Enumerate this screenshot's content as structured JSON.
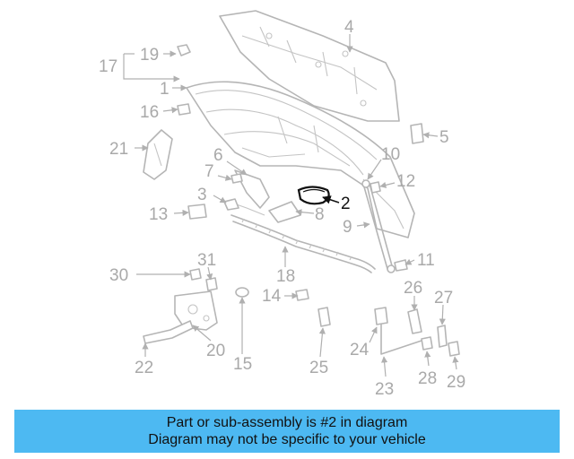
{
  "callouts": {
    "c1": "1",
    "c2": "2",
    "c3": "3",
    "c4": "4",
    "c5": "5",
    "c6": "6",
    "c7": "7",
    "c8": "8",
    "c9": "9",
    "c10": "10",
    "c11": "11",
    "c12": "12",
    "c13": "13",
    "c14": "14",
    "c15": "15",
    "c16": "16",
    "c17": "17",
    "c18": "18",
    "c19": "19",
    "c20": "20",
    "c21": "21",
    "c22": "22",
    "c23": "23",
    "c24": "24",
    "c25": "25",
    "c26": "26",
    "c27": "27",
    "c28": "28",
    "c29": "29",
    "c30": "30",
    "c31": "31"
  },
  "highlighted_part": "2",
  "highlight_color": "#111111",
  "banner": {
    "line1": "Part or sub-assembly is #2 in diagram",
    "line2": "Diagram may not be specific to your vehicle",
    "background": "#4db9f2"
  }
}
